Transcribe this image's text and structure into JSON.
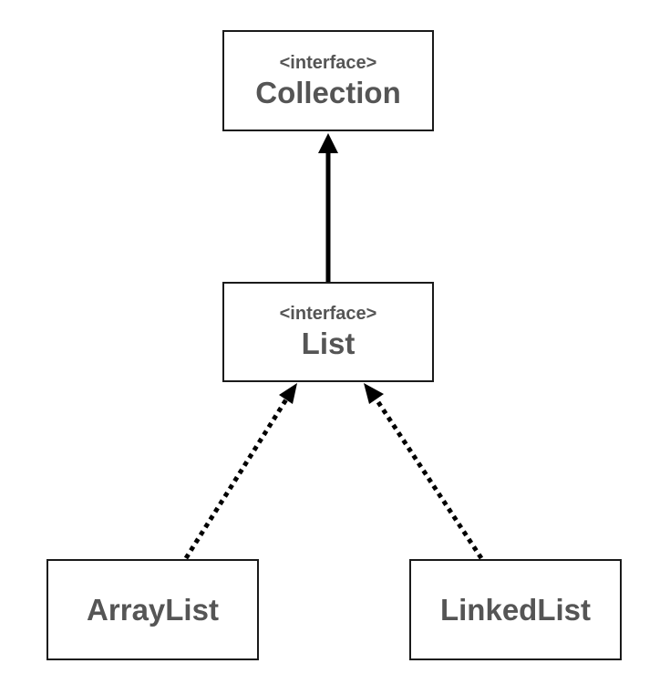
{
  "nodes": {
    "collection": {
      "stereotype": "<interface>",
      "name": "Collection"
    },
    "list": {
      "stereotype": "<interface>",
      "name": "List"
    },
    "arraylist": {
      "name": "ArrayList"
    },
    "linkedlist": {
      "name": "LinkedList"
    }
  },
  "edges": [
    {
      "from": "list",
      "to": "collection",
      "style": "solid",
      "arrow": "filled-triangle"
    },
    {
      "from": "arraylist",
      "to": "list",
      "style": "dotted",
      "arrow": "filled-triangle"
    },
    {
      "from": "linkedlist",
      "to": "list",
      "style": "dotted",
      "arrow": "filled-triangle"
    }
  ],
  "colors": {
    "text": "#555555",
    "stroke": "#1a1a1a",
    "background": "#ffffff"
  }
}
